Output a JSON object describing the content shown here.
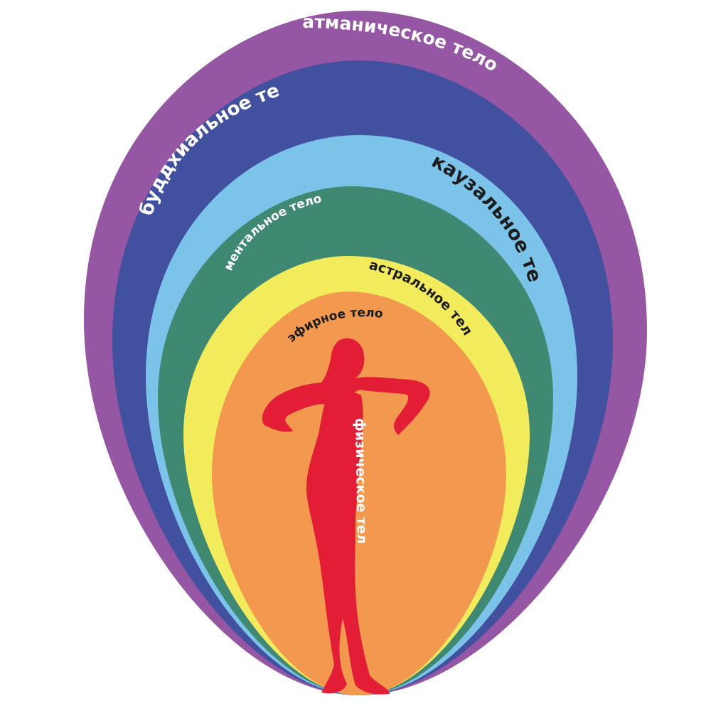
{
  "layers": [
    {
      "id": "atmanic",
      "label": "атманическое тело",
      "color": "#9557a3",
      "text_color": "#ffffff"
    },
    {
      "id": "buddhic",
      "label": "буддхиальное тело",
      "color": "#4250a0",
      "text_color": "#ffffff"
    },
    {
      "id": "causal",
      "label": "каузальное тело",
      "color": "#7cc3ea",
      "text_color": "#1c1c1c"
    },
    {
      "id": "mental",
      "label": "ментальное тело",
      "color": "#3f8872",
      "text_color": "#ffffff"
    },
    {
      "id": "astral",
      "label": "астральное тело",
      "color": "#f2ec5c",
      "text_color": "#1c1c1c"
    },
    {
      "id": "etheric",
      "label": "эфирное тело",
      "color": "#f3994f",
      "text_color": "#1c1c1c"
    },
    {
      "id": "physical",
      "label": "физическое тело",
      "color": "#e21d35",
      "text_color": "#ffffff"
    }
  ]
}
